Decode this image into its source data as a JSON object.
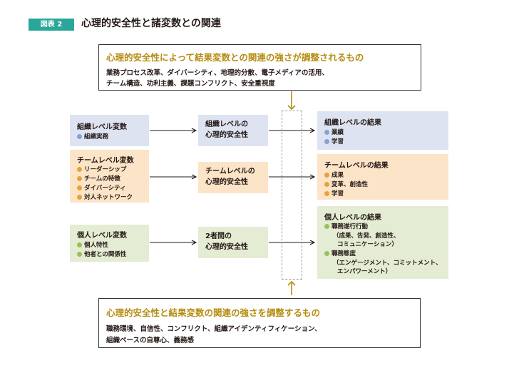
{
  "figure": {
    "badge": "図表 2",
    "title": "心理的安全性と諸変数との関連"
  },
  "top_moderator": {
    "title": "心理的安全性によって結果変数との関連の強さが調整されるもの",
    "lines": [
      "業務プロセス改革、ダイバーシティ、地理的分散、電子メディアの活用、",
      "チーム構造、功利主義、課題コンフリクト、安全重視度"
    ]
  },
  "bottom_moderator": {
    "title": "心理的安全性と結果変数の関連の強さを調整するもの",
    "lines": [
      "職務環境、自信性、コンフリクト、組織アイデンティフィケーション、",
      "組織ベースの自尊心、義務感"
    ]
  },
  "inputs": {
    "org": {
      "title": "組織レベル変数",
      "items": [
        "組織実務"
      ]
    },
    "team": {
      "title": "チームレベル変数",
      "items": [
        "リーダーシップ",
        "チームの特徴",
        "ダイバーシティ",
        "対人ネットワーク"
      ]
    },
    "indiv": {
      "title": "個人レベル変数",
      "items": [
        "個人特性",
        "他者との関係性"
      ]
    }
  },
  "middle": {
    "org": [
      "組織レベルの",
      "心理的安全性"
    ],
    "team": [
      "チームレベルの",
      "心理的安全性"
    ],
    "dyad": [
      "2者間の",
      "心理的安全性"
    ]
  },
  "outcomes": {
    "org": {
      "title": "組織レベルの結果",
      "items": [
        "業績",
        "学習"
      ]
    },
    "team": {
      "title": "チームレベルの結果",
      "items": [
        "成果",
        "変革、創造性",
        "学習"
      ]
    },
    "indiv": {
      "title": "個人レベルの結果",
      "item1": "職務遂行行動",
      "item1_sub": [
        "（成果、告発、創造性、",
        "コミュニケーション）"
      ],
      "item2": "職務態度",
      "item2_sub": [
        "（エンゲージメント、コミットメント、",
        "エンパワーメント）"
      ]
    }
  },
  "colors": {
    "accent_teal": "#2aa69a",
    "moderator_title": "#b58d12",
    "blue_box": "#dde3f1",
    "orange_box": "#fbe4c7",
    "green_box": "#e4ecd3",
    "blue_dot": "#8b9fd0",
    "orange_dot": "#e8a23a",
    "green_dot": "#9cbf5e"
  }
}
